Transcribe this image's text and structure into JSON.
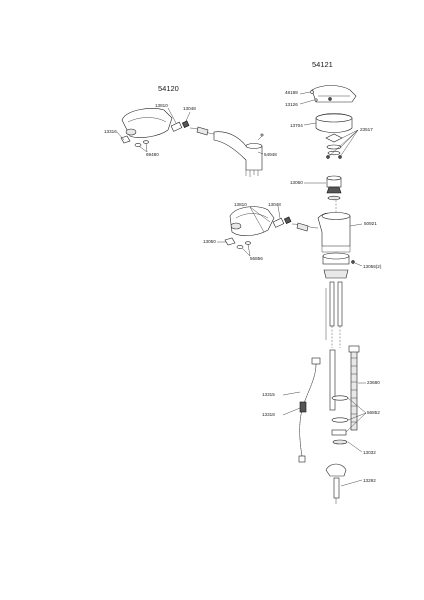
{
  "diagram": {
    "titles": {
      "left_assembly": "54120",
      "right_assembly": "54121"
    },
    "labels": {
      "l_13810": "13810",
      "l_13048": "13048",
      "l_13316": "13316",
      "l_69480": "69480",
      "l_54948": "54948",
      "r_48198": "48198",
      "r_13126": "13126",
      "r_13704": "13704",
      "r_23517": "23517",
      "r_13060": "13060",
      "m_13810": "13810",
      "m_13048": "13048",
      "m_13050": "13050",
      "m_56856": "56856",
      "r_50921": "50921",
      "r_13056": "13056(2)",
      "r_23680": "23680",
      "r_13315": "13315",
      "r_13318": "13318",
      "r_56852": "56852",
      "r_13032": "13032",
      "r_13292": "13292"
    }
  }
}
